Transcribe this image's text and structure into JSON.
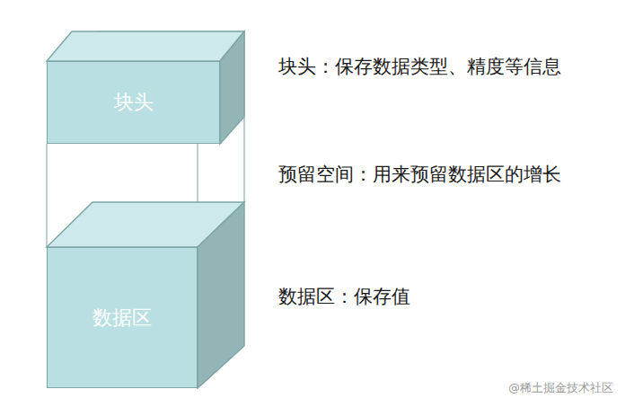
{
  "diagram": {
    "nodes": [
      {
        "text": [
          "块头"
        ]
      },
      {
        "text": [
          "数据区"
        ]
      }
    ],
    "labels": [
      "块头：保存数据类型、精度等信息",
      "预留空间：用来预留数据区的增长",
      "数据区：保存值",
      "@稀土掘金技术社区"
    ]
  }
}
